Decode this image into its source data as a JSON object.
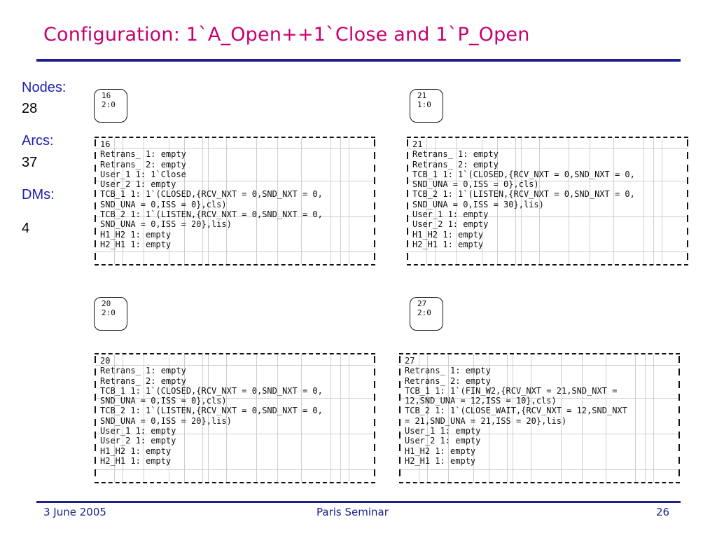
{
  "slide": {
    "title": "Configuration: 1`A_Open++1`Close and 1`P_Open"
  },
  "stats": {
    "nodes_label": "Nodes:",
    "nodes_value": "28",
    "arcs_label": "Arcs:",
    "arcs_value": "37",
    "dms_label": "DMs:",
    "dms_value": "4"
  },
  "nodes": [
    {
      "id": "16",
      "ratio": "2:0",
      "lines": [
        "16",
        "Retrans_ 1: empty",
        "Retrans_ 2: empty",
        "User_1 1: 1`Close",
        "User_2 1: empty",
        "TCB_1 1: 1`(CLOSED,{RCV_NXT = 0,SND_NXT = 0,",
        "SND_UNA = 0,ISS = 0},cls)",
        "TCB_2 1: 1`(LISTEN,{RCV_NXT = 0,SND_NXT = 0,",
        "SND_UNA = 0,ISS = 20},lis)",
        "H1_H2 1: empty",
        "H2_H1 1: empty"
      ]
    },
    {
      "id": "21",
      "ratio": "1:0",
      "lines": [
        "21",
        "Retrans_ 1: empty",
        "Retrans_ 2: empty",
        "TCB_1 1: 1`(CLOSED,{RCV_NXT = 0,SND_NXT = 0,",
        "SND_UNA = 0,ISS = 0},cls)",
        "TCB_2 1: 1`(LISTEN,{RCV_NXT = 0,SND_NXT = 0,",
        "SND_UNA = 0,ISS = 30},lis)",
        "User_1 1: empty",
        "User_2 1: empty",
        "H1_H2 1: empty",
        "H2_H1 1: empty"
      ]
    },
    {
      "id": "20",
      "ratio": "2:0",
      "lines": [
        "20",
        "Retrans_ 1: empty",
        "Retrans_ 2: empty",
        "TCB_1 1: 1`(CLOSED,{RCV_NXT = 0,SND_NXT = 0,",
        "SND_UNA = 0,ISS = 0},cls)",
        "TCB_2 1: 1`(LISTEN,{RCV_NXT = 0,SND_NXT = 0,",
        "SND_UNA = 0,ISS = 20},lis)",
        "User_1 1: empty",
        "User_2 1: empty",
        "H1_H2 1: empty",
        "H2_H1 1: empty"
      ]
    },
    {
      "id": "27",
      "ratio": "2:0",
      "lines": [
        "27",
        "Retrans_ 1: empty",
        "Retrans_ 2: empty",
        "TCB_1 1: 1`(FIN_W2,{RCV_NXT = 21,SND_NXT =",
        "12,SND_UNA = 12,ISS = 10},cls)",
        "TCB_2 1: 1`(CLOSE_WAIT,{RCV_NXT = 12,SND_NXT",
        "= 21,SND_UNA = 21,ISS = 20},lis)",
        "User_1 1: empty",
        "User_2 1: empty",
        "H1_H2 1: empty",
        "H2_H1 1: empty"
      ]
    }
  ],
  "footer": {
    "date": "3 June 2005",
    "event": "Paris Seminar",
    "page": "26"
  },
  "colors": {
    "title": "#c8006e",
    "rule": "#1e1e8c",
    "label": "#2020b0",
    "footer": "#1e1e8c"
  }
}
